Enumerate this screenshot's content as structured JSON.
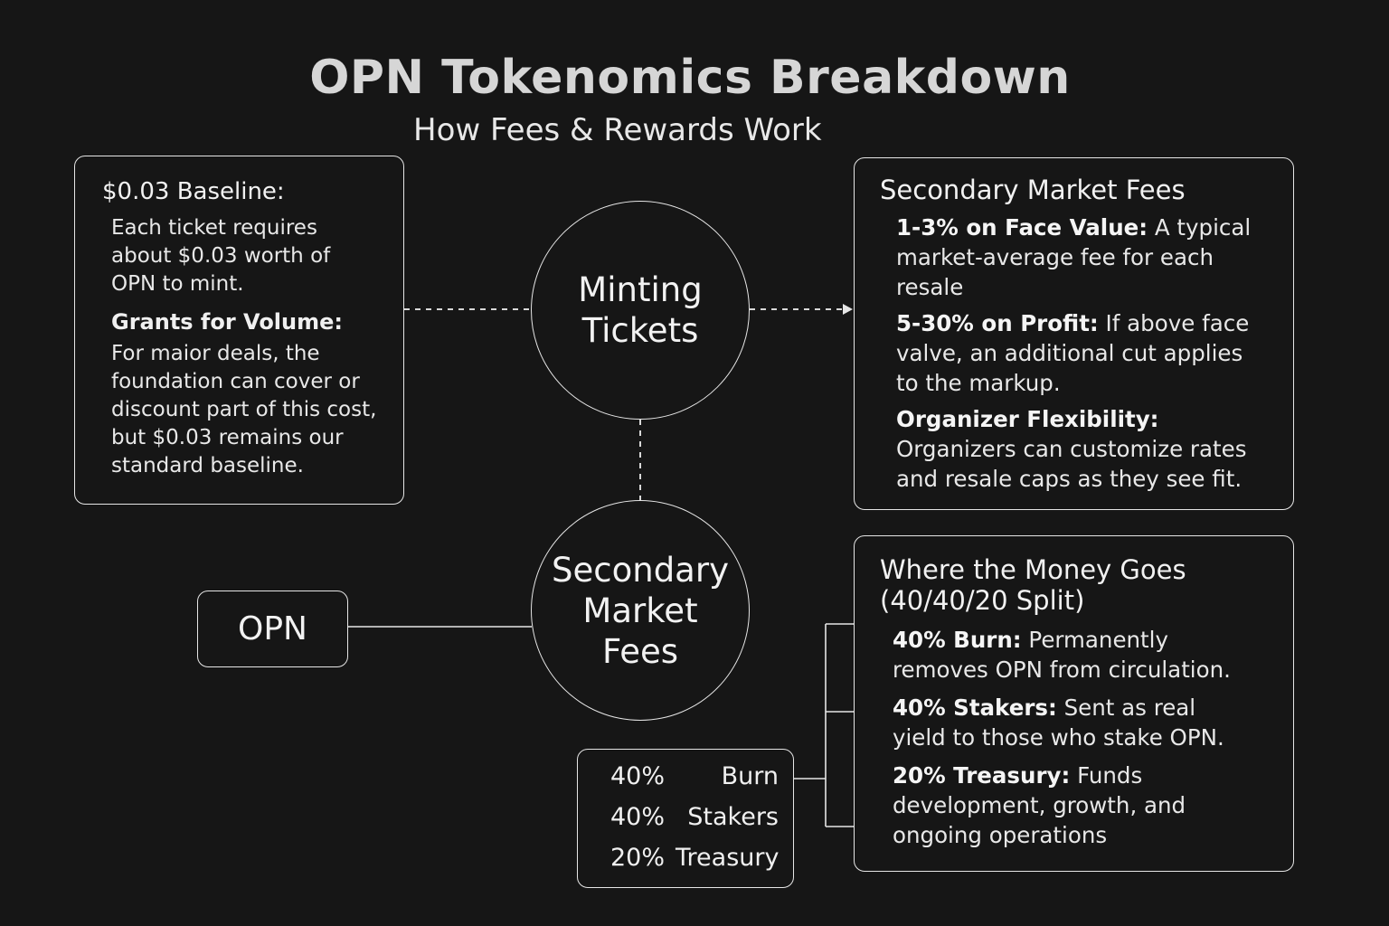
{
  "header": {
    "title": "OPN Tokenomics Breakdown",
    "subtitle": "How Fees & Rewards Work"
  },
  "minting_box": {
    "heading": "$0.03 Baseline:",
    "baseline_text": "Each ticket requires about $0.03 worth of OPN to mint.",
    "grants_heading": "Grants for Volume:",
    "grants_text": "For maior deals, the foundation can cover or discount part of this cost, but $0.03 remains our standard baseline."
  },
  "circles": {
    "minting": "Minting\nTickets",
    "secondary": "Secondary\nMarket\nFees"
  },
  "opn_box": {
    "label": "OPN"
  },
  "fees_box": {
    "heading": "Secondary Market Fees",
    "items": [
      {
        "label": "1-3% on Face Value:",
        "text": "A typical market-average fee for each resale"
      },
      {
        "label": "5-30% on Profit:",
        "text": "If above face valve, an additional cut applies to the markup."
      },
      {
        "label": "Organizer Flexibility:",
        "text": "Organizers can customize rates and resale caps as they see fit."
      }
    ]
  },
  "split_table": {
    "rows": [
      {
        "percent": "40%",
        "name": "Burn"
      },
      {
        "percent": "40%",
        "name": "Stakers"
      },
      {
        "percent": "20%",
        "name": "Treasury"
      }
    ]
  },
  "money_box": {
    "heading_line1": "Where the Money Goes",
    "heading_line2": "(40/40/20 Split)",
    "items": [
      {
        "label": "40% Burn:",
        "text": "Permanently removes OPN from circulation."
      },
      {
        "label": "40% Stakers:",
        "text": "Sent as real yield to those who stake OPN."
      },
      {
        "label": "20% Treasury:",
        "text": "Funds development, growth, and ongoing operations"
      }
    ]
  },
  "colors": {
    "background": "#161616",
    "stroke": "#e6e6e6",
    "text": "#ececec"
  }
}
